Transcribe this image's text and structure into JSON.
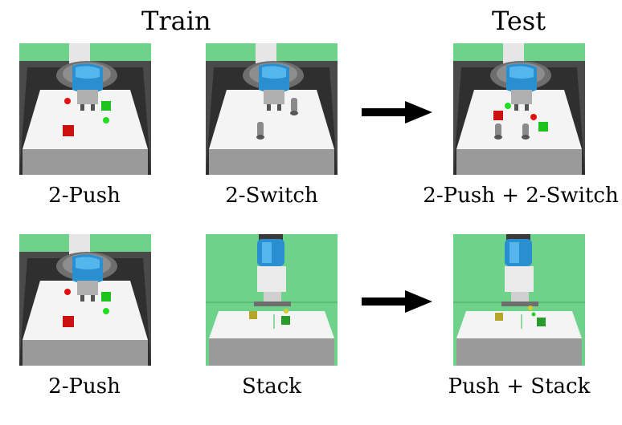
{
  "headers": {
    "train": "Train",
    "test": "Test"
  },
  "rows": [
    {
      "train_tasks": [
        "2-Push",
        "2-Switch"
      ],
      "test_task": "2-Push + 2-Switch"
    },
    {
      "train_tasks": [
        "2-Push",
        "Stack"
      ],
      "test_task": "Push + Stack"
    }
  ],
  "colors": {
    "background_green": "#6fd28a",
    "table_white": "#f4f4f4",
    "robot_blue": "#2a8fd0",
    "arrow": "#000000"
  }
}
